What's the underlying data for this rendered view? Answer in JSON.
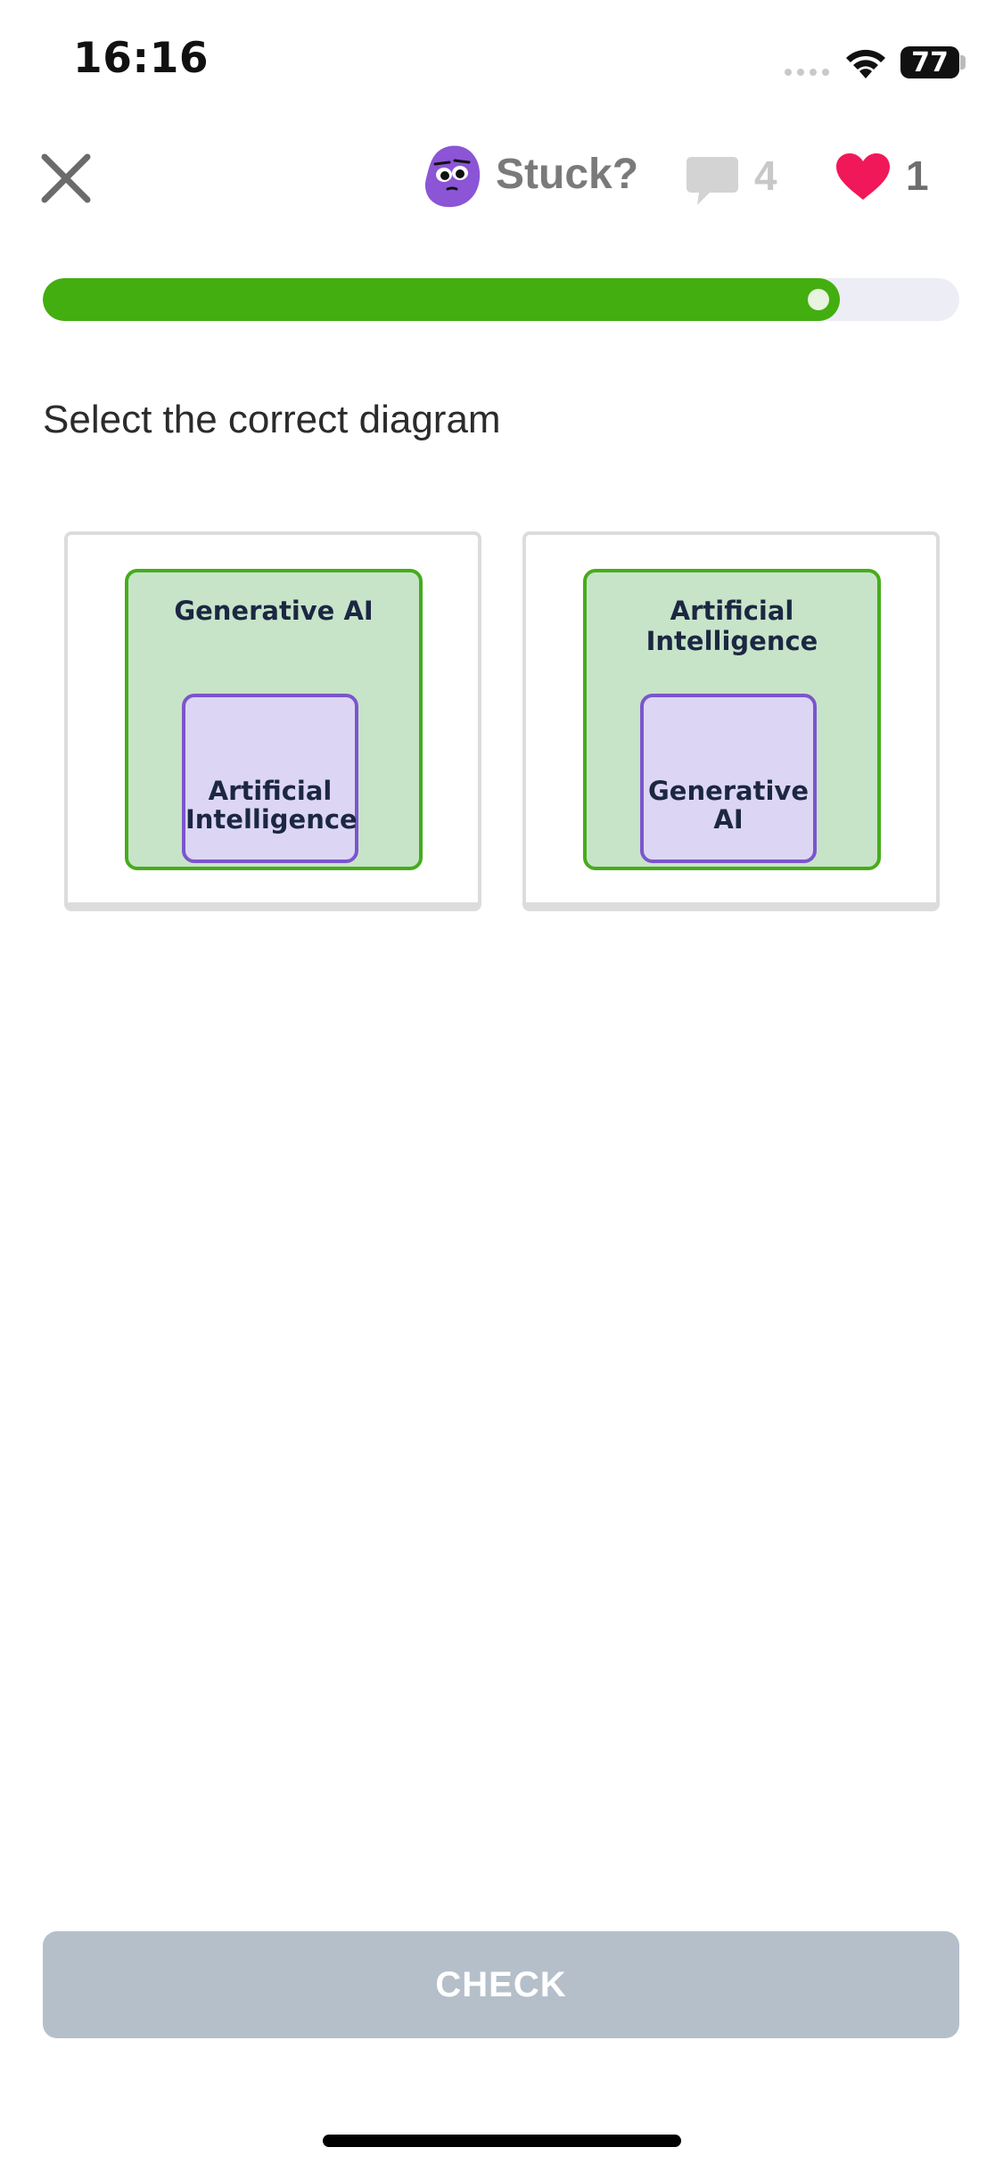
{
  "status_bar": {
    "time": "16:16",
    "battery": "77"
  },
  "header": {
    "stuck_label": "Stuck?",
    "comment_count": "4",
    "hearts_count": "1",
    "icons": [
      "close-icon",
      "mascot-icon",
      "comment-icon",
      "heart-icon"
    ]
  },
  "progress": {
    "fraction": 0.87
  },
  "question": {
    "title": "Select the correct diagram"
  },
  "options": [
    {
      "outer_label": "Generative AI",
      "inner_label": "Artificial\nIntelligence"
    },
    {
      "outer_label": "Artificial Intelligence",
      "inner_label": "Generative\nAI"
    }
  ],
  "footer": {
    "check_label": "CHECK"
  },
  "colors": {
    "progress_green": "#43ae0f",
    "heart_red": "#f1185a",
    "mascot_purple": "#8b55d6",
    "outer_box_fill": "#c7e4c9",
    "inner_box_fill": "#dcd6f4",
    "check_button_disabled": "#b5bfca"
  }
}
